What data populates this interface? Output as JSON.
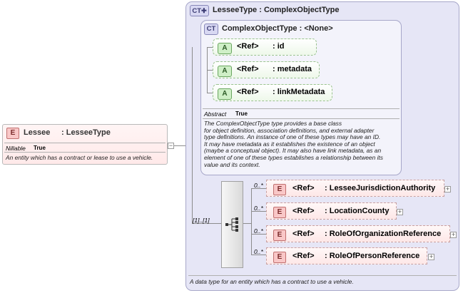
{
  "lessee": {
    "badge": "E",
    "name": "Lessee",
    "type": ": LesseeType",
    "nillable_label": "Nillable",
    "nillable_value": "True",
    "description": "An entity which has a contract or lease to use a vehicle."
  },
  "lessee_type": {
    "badge": "CT",
    "title": "LesseeType : ComplexObjectType",
    "footer": "A data type for an entity which has a contract to use a vehicle."
  },
  "complex_object_type": {
    "badge": "CT",
    "title": "ComplexObjectType : <None>",
    "attributes": [
      {
        "badge": "A",
        "ref": "<Ref>",
        "name": ": id"
      },
      {
        "badge": "A",
        "ref": "<Ref>",
        "name": ": metadata"
      },
      {
        "badge": "A",
        "ref": "<Ref>",
        "name": ": linkMetadata"
      }
    ],
    "abstract_label": "Abstract",
    "abstract_value": "True",
    "description_lines": [
      "The ComplexObjectType type provides a base class",
      "for object definition, association definitions, and external adapter",
      "type definitions. An instance of one of these types may have an ID.",
      "It may have metadata as it establishes the existence of an object",
      "(maybe a conceptual object). It may also have link metadata, as an",
      "element of one of these types establishes a relationship between its",
      "value and its context."
    ]
  },
  "sequence": {
    "occurrence": "[1]..[1]",
    "elements": [
      {
        "occurrence": "0..*",
        "badge": "E",
        "ref": "<Ref>",
        "name": ": LesseeJurisdictionAuthority"
      },
      {
        "occurrence": "0..*",
        "badge": "E",
        "ref": "<Ref>",
        "name": ": LocationCounty"
      },
      {
        "occurrence": "0..*",
        "badge": "E",
        "ref": "<Ref>",
        "name": ": RoleOfOrganizationReference"
      },
      {
        "occurrence": "0..*",
        "badge": "E",
        "ref": "<Ref>",
        "name": ": RoleOfPersonReference"
      }
    ]
  },
  "icons": {
    "expand": "plus-icon",
    "collapse": "minus-icon",
    "sequence": "sequence-compositor-icon",
    "ct_extension": "ct-plus-icon"
  },
  "colors": {
    "element_badge": "#f9c7c7",
    "attribute_badge": "#cfefc7",
    "complex_type_bg": "#e6e6f6"
  }
}
